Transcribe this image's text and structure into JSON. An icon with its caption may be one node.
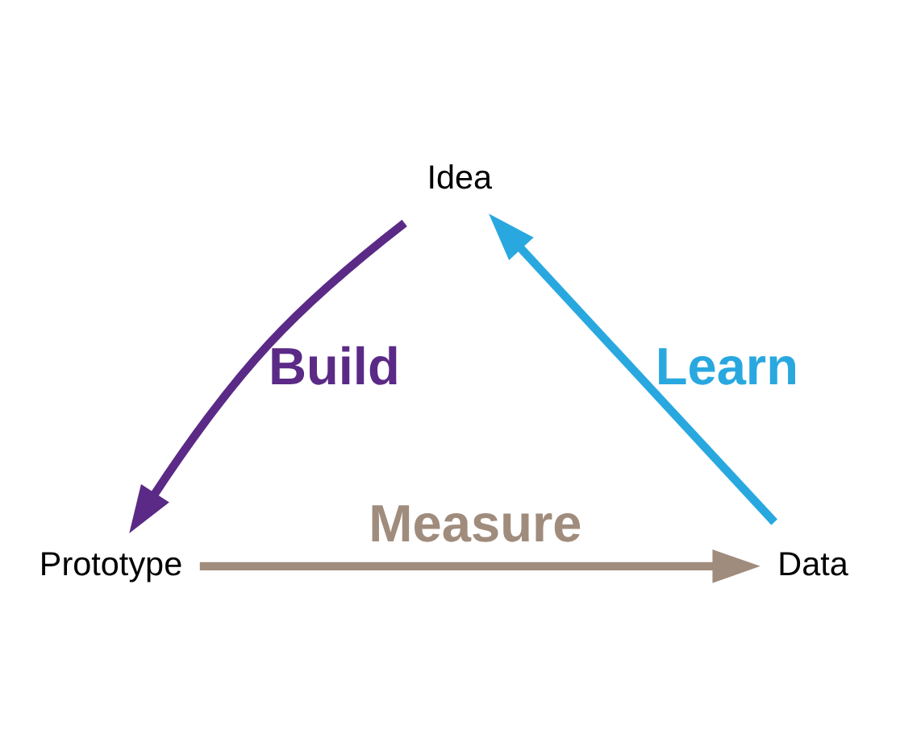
{
  "diagram": {
    "nodes": [
      {
        "text": [
          "Idea"
        ]
      },
      {
        "text": [
          "Prototype"
        ]
      },
      {
        "text": [
          "Data"
        ]
      }
    ],
    "edges": [
      {
        "from": 0,
        "to": 1,
        "arrow": "to",
        "label": "Build",
        "color": "#5b2a86"
      },
      {
        "from": 1,
        "to": 2,
        "arrow": "to",
        "label": "Measure",
        "color": "#a08c7d"
      },
      {
        "from": 2,
        "to": 0,
        "arrow": "to",
        "label": "Learn",
        "color": "#29a8e0"
      }
    ]
  }
}
